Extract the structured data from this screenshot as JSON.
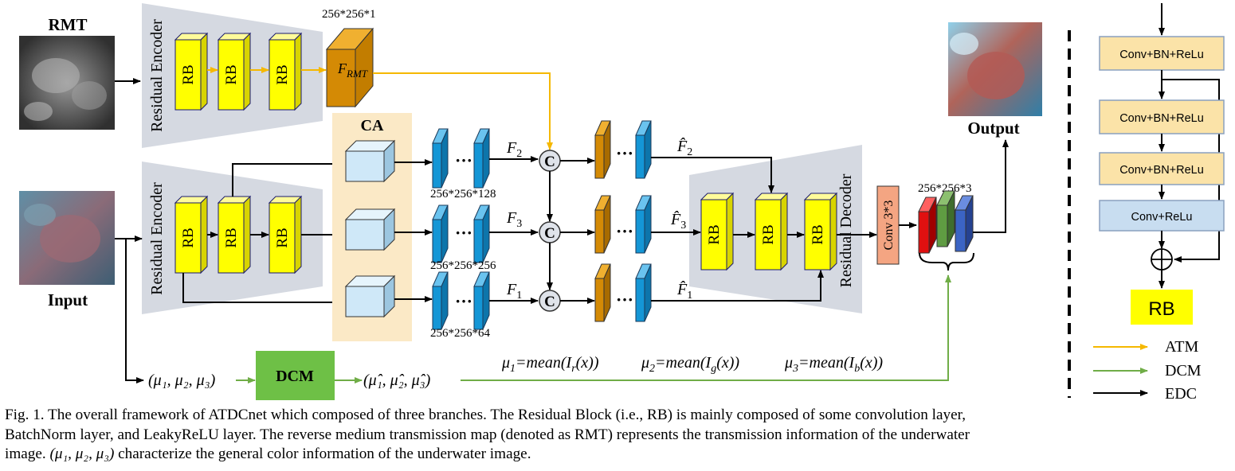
{
  "labels": {
    "rmt": "RMT",
    "input": "Input",
    "output": "Output",
    "residual_encoder": "Residual Encoder",
    "residual_decoder": "Residual Decoder",
    "rb": "RB",
    "ca": "CA",
    "concat": "C",
    "dcm": "DCM",
    "conv33": "Conv 3*3",
    "frmt_dim": "256*256*1",
    "dim_128": "256*256*128",
    "dim_256": "256*256*256",
    "dim_64": "256*256*64",
    "dim_out": "256*256*3",
    "dots": "···",
    "F2": "F",
    "F2_sub": "2",
    "F3": "F",
    "F3_sub": "3",
    "F1": "F",
    "F1_sub": "1",
    "Fh2": "F̂",
    "Fh2_sub": "2",
    "Fh3": "F̂",
    "Fh3_sub": "3",
    "Fh1": "F̂",
    "Fh1_sub": "1",
    "frmt": "F",
    "frmt_sub": "RMT",
    "mu_tuple": "(μ₁, μ₂, μ₃)",
    "mu_hat_tuple": "(μ̂₁, μ̂₂, μ̂₃)",
    "mu1_eq": "μ",
    "mu1_sub": "1",
    "mu1_rhs": "=mean(I",
    "mu1_ch": "r",
    "mu2_eq": "μ",
    "mu2_sub": "2",
    "mu2_rhs": "=mean(I",
    "mu2_ch": "g",
    "mu3_eq": "μ",
    "mu3_sub": "3",
    "mu3_rhs": "=mean(I",
    "mu3_ch": "b",
    "mean_tail": "(x))"
  },
  "rb_detail": {
    "layer1": "Conv+BN+ReLu",
    "layer2": "Conv+BN+ReLu",
    "layer3": "Conv+BN+ReLu",
    "layer4": "Conv+ReLu",
    "plus": "⊕",
    "title": "RB"
  },
  "legend": [
    {
      "label": "ATM",
      "color": "#f5b800"
    },
    {
      "label": "DCM",
      "color": "#70ad47"
    },
    {
      "label": "EDC",
      "color": "#000000"
    }
  ],
  "caption": {
    "line1": "Fig. 1.  The overall framework of ATDCnet which composed of three branches. The Residual Block (i.e., RB) is mainly composed of some convolution layer,",
    "line2": "BatchNorm layer, and LeakyReLU layer. The reverse medium transmission map (denoted as RMT) represents the transmission information of the underwater",
    "line3_pre": "image. ",
    "line3_math": "(μ₁, μ₂, μ₃)",
    "line3_post": " characterize the general color information of the underwater image."
  },
  "colors": {
    "rb_fill": "#ffff00",
    "encoder_bg": "#d5d9e1",
    "ca_bg": "#fbe9c6",
    "cube": "#cfe8f8",
    "feat_blue": "#1496d6",
    "feat_orange": "#d48a05",
    "atm_arrow": "#f5b800",
    "dcm_green": "#70ad47",
    "conv33": "#f4a582",
    "out_red": "#e01010",
    "out_green": "#5f9c42",
    "out_blue": "#3b64c4",
    "rb_block_orange": "#fbe3a8",
    "rb_block_blue": "#c8ddf0"
  }
}
